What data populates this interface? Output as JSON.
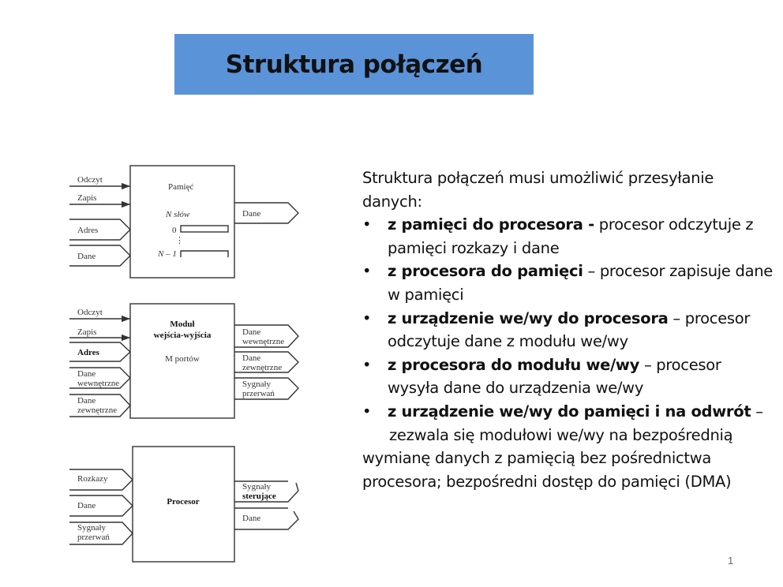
{
  "title": "Struktura połączeń",
  "body": {
    "intro": "Struktura połączeń musi umożliwić przesyłanie danych:",
    "bullets": [
      {
        "bold": "z pamięci do procesora  -",
        "rest": " procesor odczytuje z pamięci rozkazy i dane"
      },
      {
        "bold": "z procesora do pamięci",
        "rest": " – procesor zapisuje dane w pamięci"
      },
      {
        "bold": "z urządzenie we/wy do procesora",
        "rest": " – procesor odczytuje dane z modułu we/wy"
      },
      {
        "bold": "z procesora do modułu we/wy",
        "rest": " – procesor wysyła dane do urządzenia we/wy"
      },
      {
        "bold": "z urządzenie we/wy do pamięci i na odwrót",
        "rest": " –"
      }
    ],
    "continuation_1": "zezwala się modułowi we/wy na bezpośrednią",
    "continuation_2": "wymianę danych z pamięcią bez pośrednictwa procesora; bezpośredni dostęp do pamięci (DMA)"
  },
  "diagram": {
    "memory": {
      "name": "Pamięć",
      "words": "N słów",
      "row0": "0",
      "rowN": "N – 1",
      "inputs": [
        "Odczyt",
        "Zapis",
        "Adres",
        "Dane"
      ],
      "outputs": [
        "Dane"
      ]
    },
    "io": {
      "name_1": "Moduł",
      "name_2": "wejścia-wyjścia",
      "ports": "M portów",
      "inputs": [
        "Odczyt",
        "Zapis",
        "Adres",
        [
          "Dane",
          "wewnętrzne"
        ],
        [
          "Dane",
          "zewnętrzne"
        ]
      ],
      "outputs": [
        [
          "Dane",
          "wewnętrzne"
        ],
        [
          "Dane",
          "zewnętrzne"
        ],
        [
          "Sygnały",
          "przerwań"
        ]
      ]
    },
    "cpu": {
      "name": "Procesor",
      "inputs": [
        "Rozkazy",
        "Dane",
        [
          "Sygnały",
          "przerwań"
        ]
      ],
      "outputs": [
        [
          "Sygnały",
          "sterujące"
        ],
        "Dane"
      ]
    }
  },
  "page_number": "1"
}
